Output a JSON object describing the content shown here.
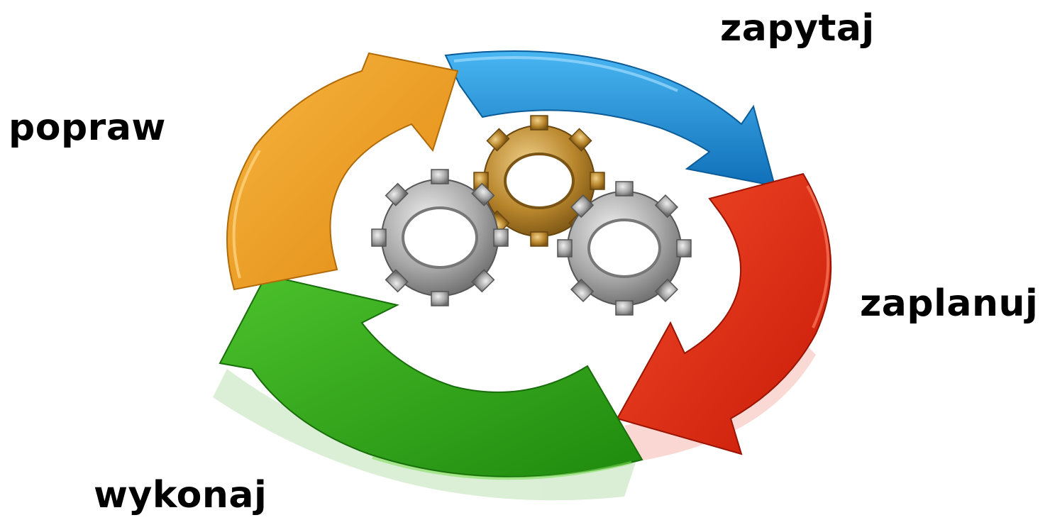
{
  "steps": [
    {
      "label": "zapytaj",
      "color": "#1e8fd8"
    },
    {
      "label": "zaplanuj",
      "color": "#e52a12"
    },
    {
      "label": "wykonaj",
      "color": "#35a31a"
    },
    {
      "label": "popraw",
      "color": "#f2a324"
    }
  ],
  "gears": [
    {
      "icon": "gear-gold-icon",
      "color": "#b8862c"
    },
    {
      "icon": "gear-silver-left-icon",
      "color": "#9a9a9a"
    },
    {
      "icon": "gear-silver-right-icon",
      "color": "#9a9a9a"
    }
  ]
}
